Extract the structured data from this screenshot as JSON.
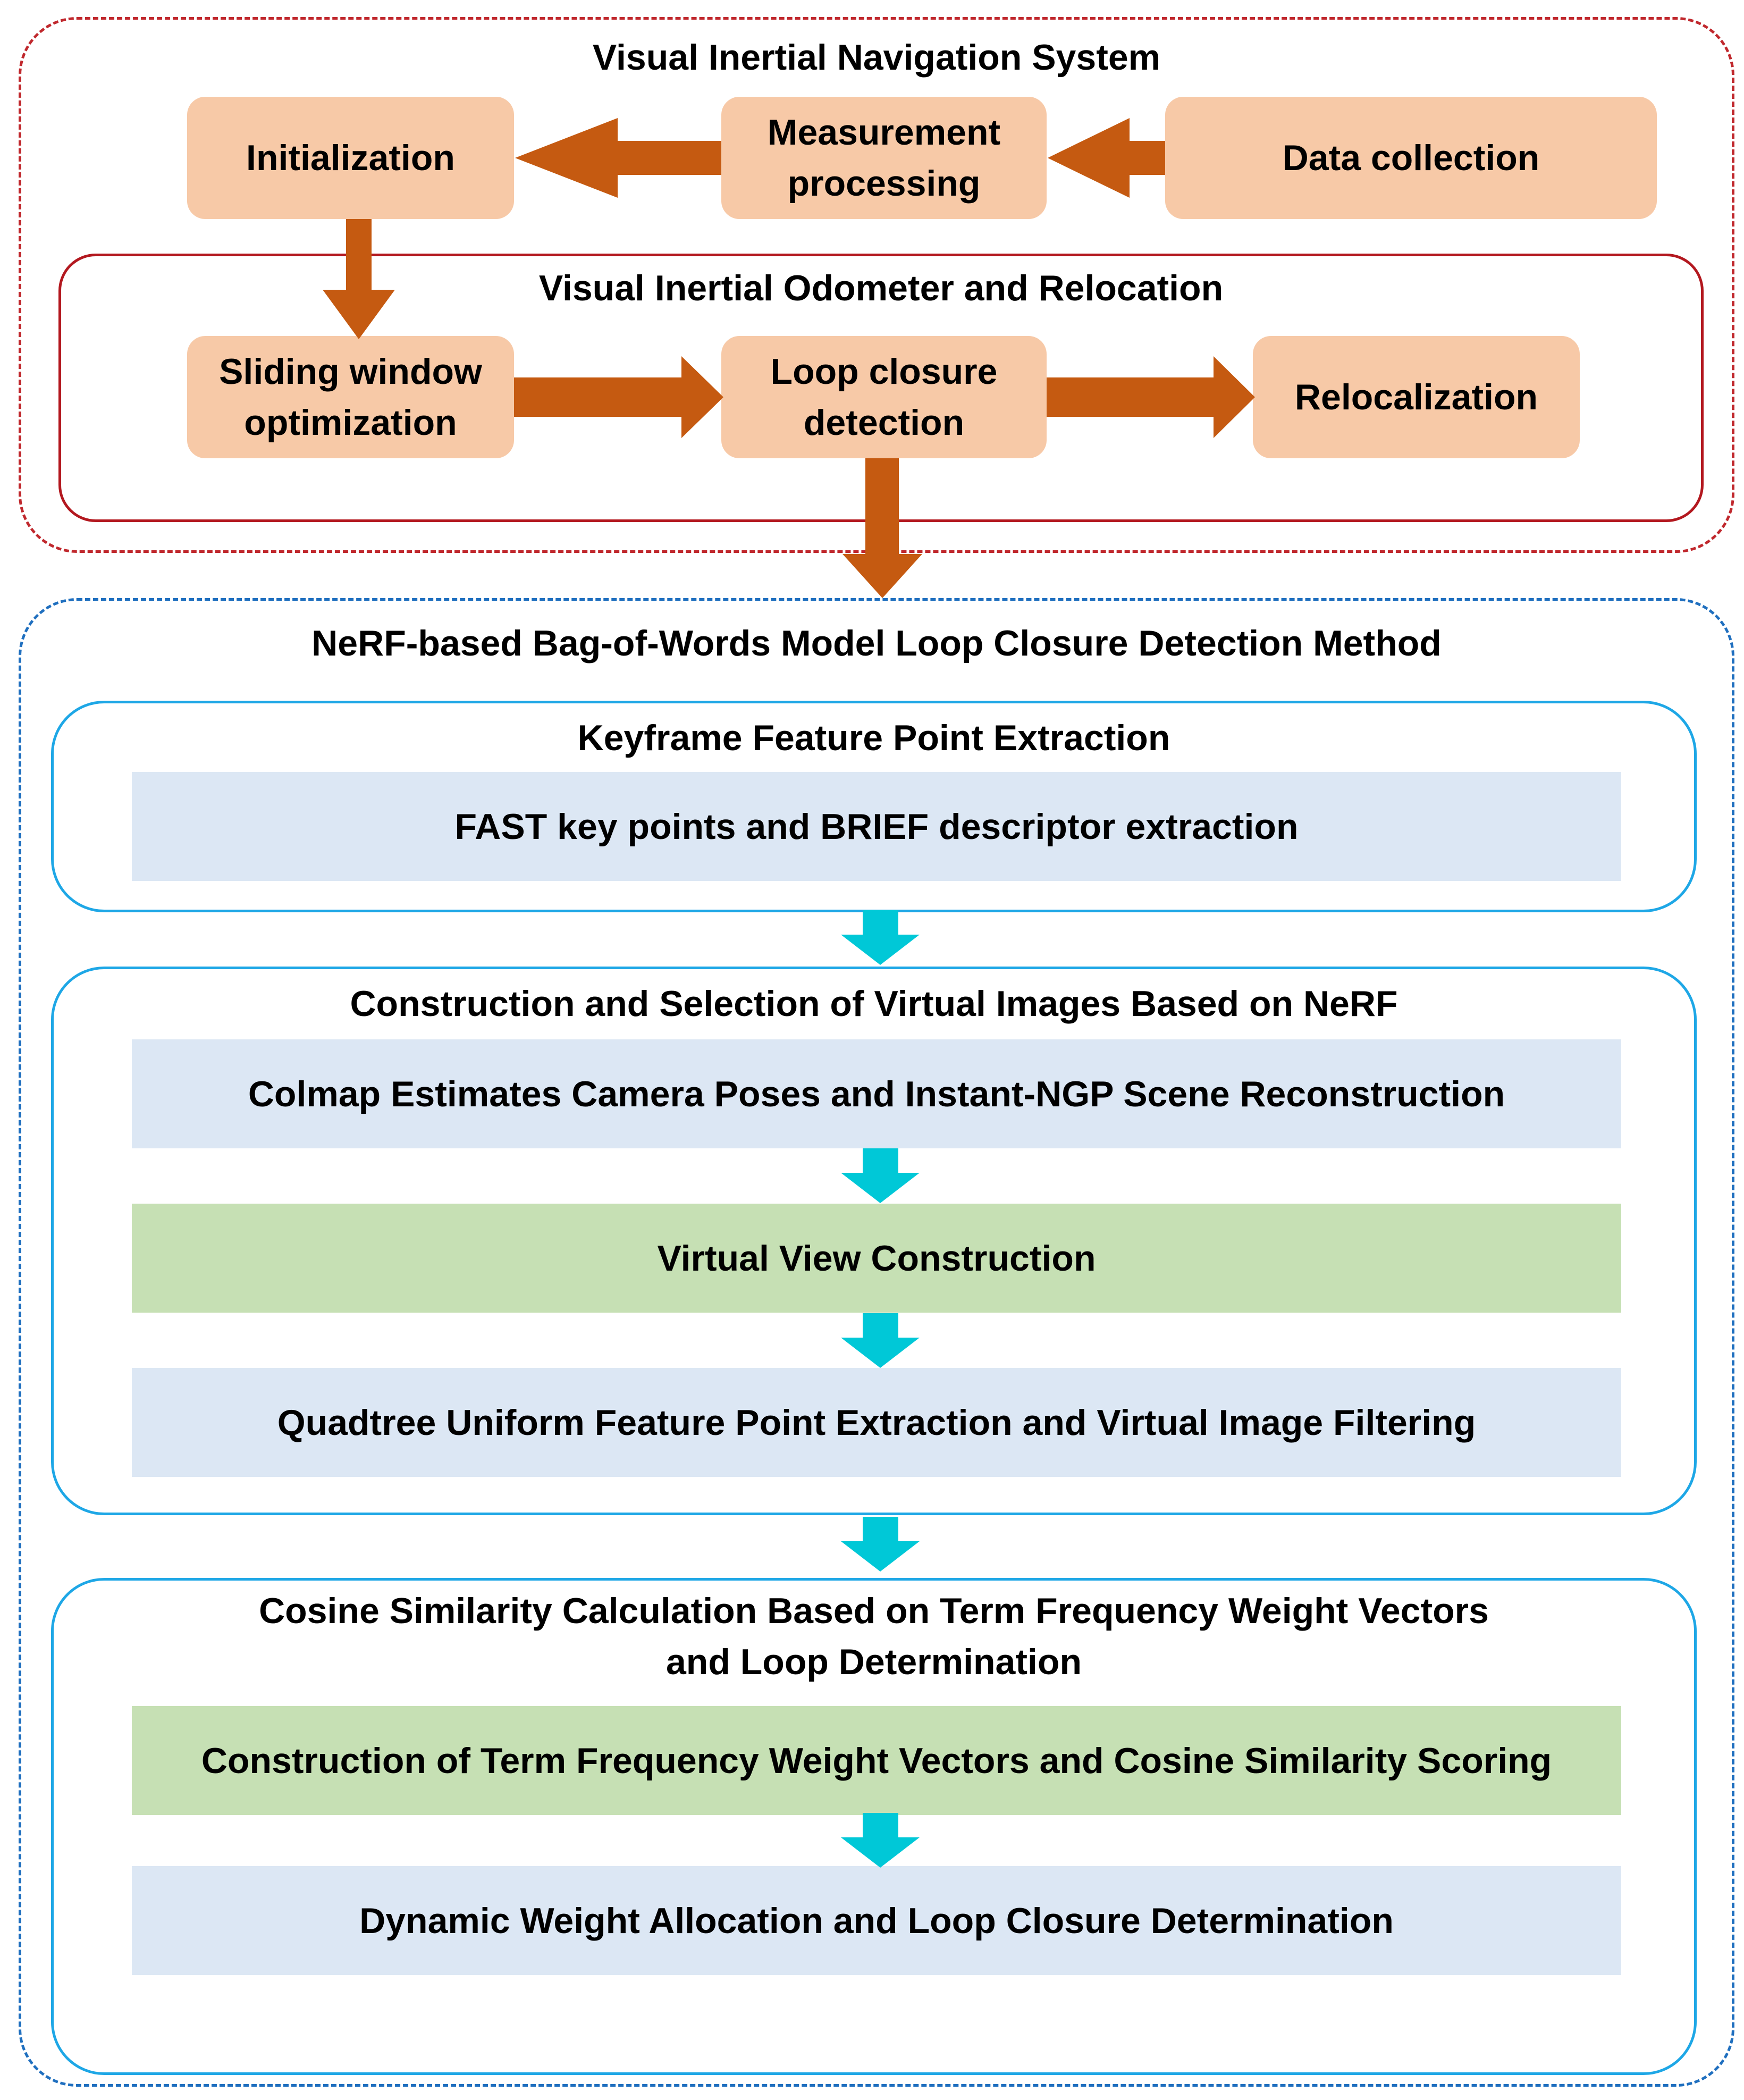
{
  "vins": {
    "title": "Visual Inertial Navigation System",
    "initialization": "Initialization",
    "measurement_processing": "Measurement\nprocessing",
    "data_collection": "Data collection"
  },
  "vio": {
    "title": "Visual Inertial Odometer and Relocation",
    "sliding_window": "Sliding window\noptimization",
    "loop_closure": "Loop closure\ndetection",
    "relocalization": "Relocalization"
  },
  "nerf": {
    "title": "NeRF-based Bag-of-Words Model Loop Closure Detection Method",
    "section1": {
      "title": "Keyframe Feature Point Extraction",
      "step1": "FAST key points and BRIEF descriptor extraction"
    },
    "section2": {
      "title": "Construction and Selection of Virtual Images Based on NeRF",
      "step1": "Colmap Estimates Camera Poses and Instant-NGP Scene Reconstruction",
      "step2": "Virtual View Construction",
      "step3": "Quadtree Uniform Feature Point Extraction and Virtual Image Filtering"
    },
    "section3": {
      "title": "Cosine Similarity Calculation Based on Term Frequency Weight Vectors\nand Loop Determination",
      "step1": "Construction of Term Frequency Weight Vectors and Cosine Similarity Scoring",
      "step2": "Dynamic Weight Allocation and Loop Closure Determination"
    }
  },
  "colors": {
    "orange_arrow": "#c55a11",
    "cyan_arrow": "#00c8d7",
    "peach_box": "#f7c9a7",
    "blue_bar": "#dce7f4",
    "green_bar": "#c6e0b4",
    "red_frame": "#c0282d",
    "blue_frame": "#1f6fbf",
    "cyan_frame": "#1ea7e6"
  }
}
